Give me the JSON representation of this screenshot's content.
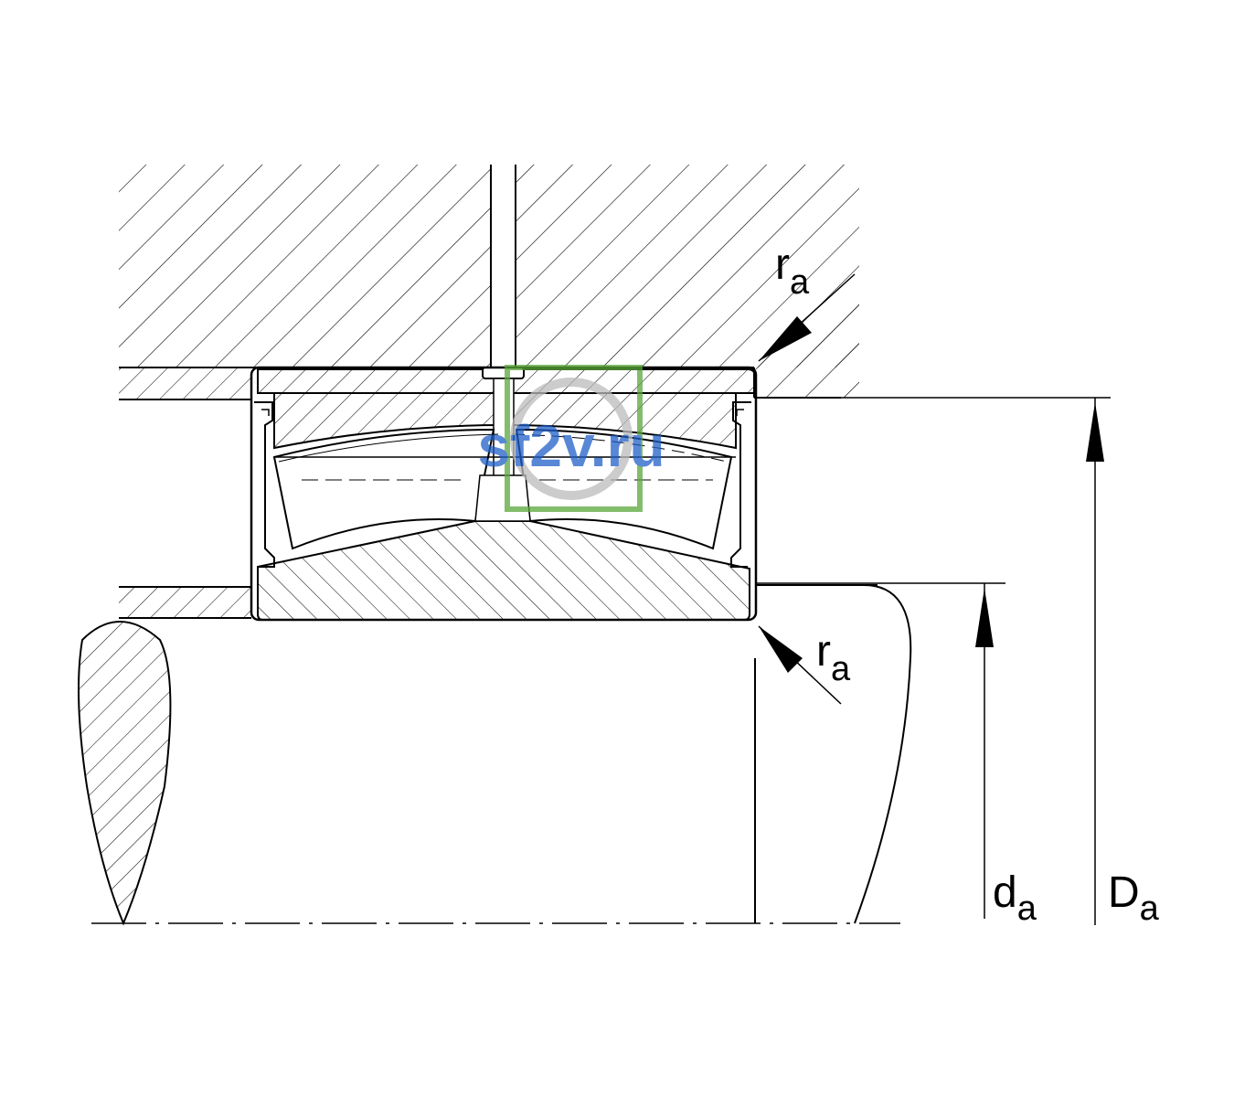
{
  "labels": {
    "ra_main": "r",
    "ra_sub": "a",
    "da_main": "d",
    "da_sub": "a",
    "Da_main": "D",
    "Da_sub": "a"
  },
  "watermark": {
    "text": "sf2v.ru",
    "color": "#1f5fc8",
    "badge_color": "#5aa83a"
  },
  "colors": {
    "line": "#000000",
    "background": "#ffffff"
  }
}
